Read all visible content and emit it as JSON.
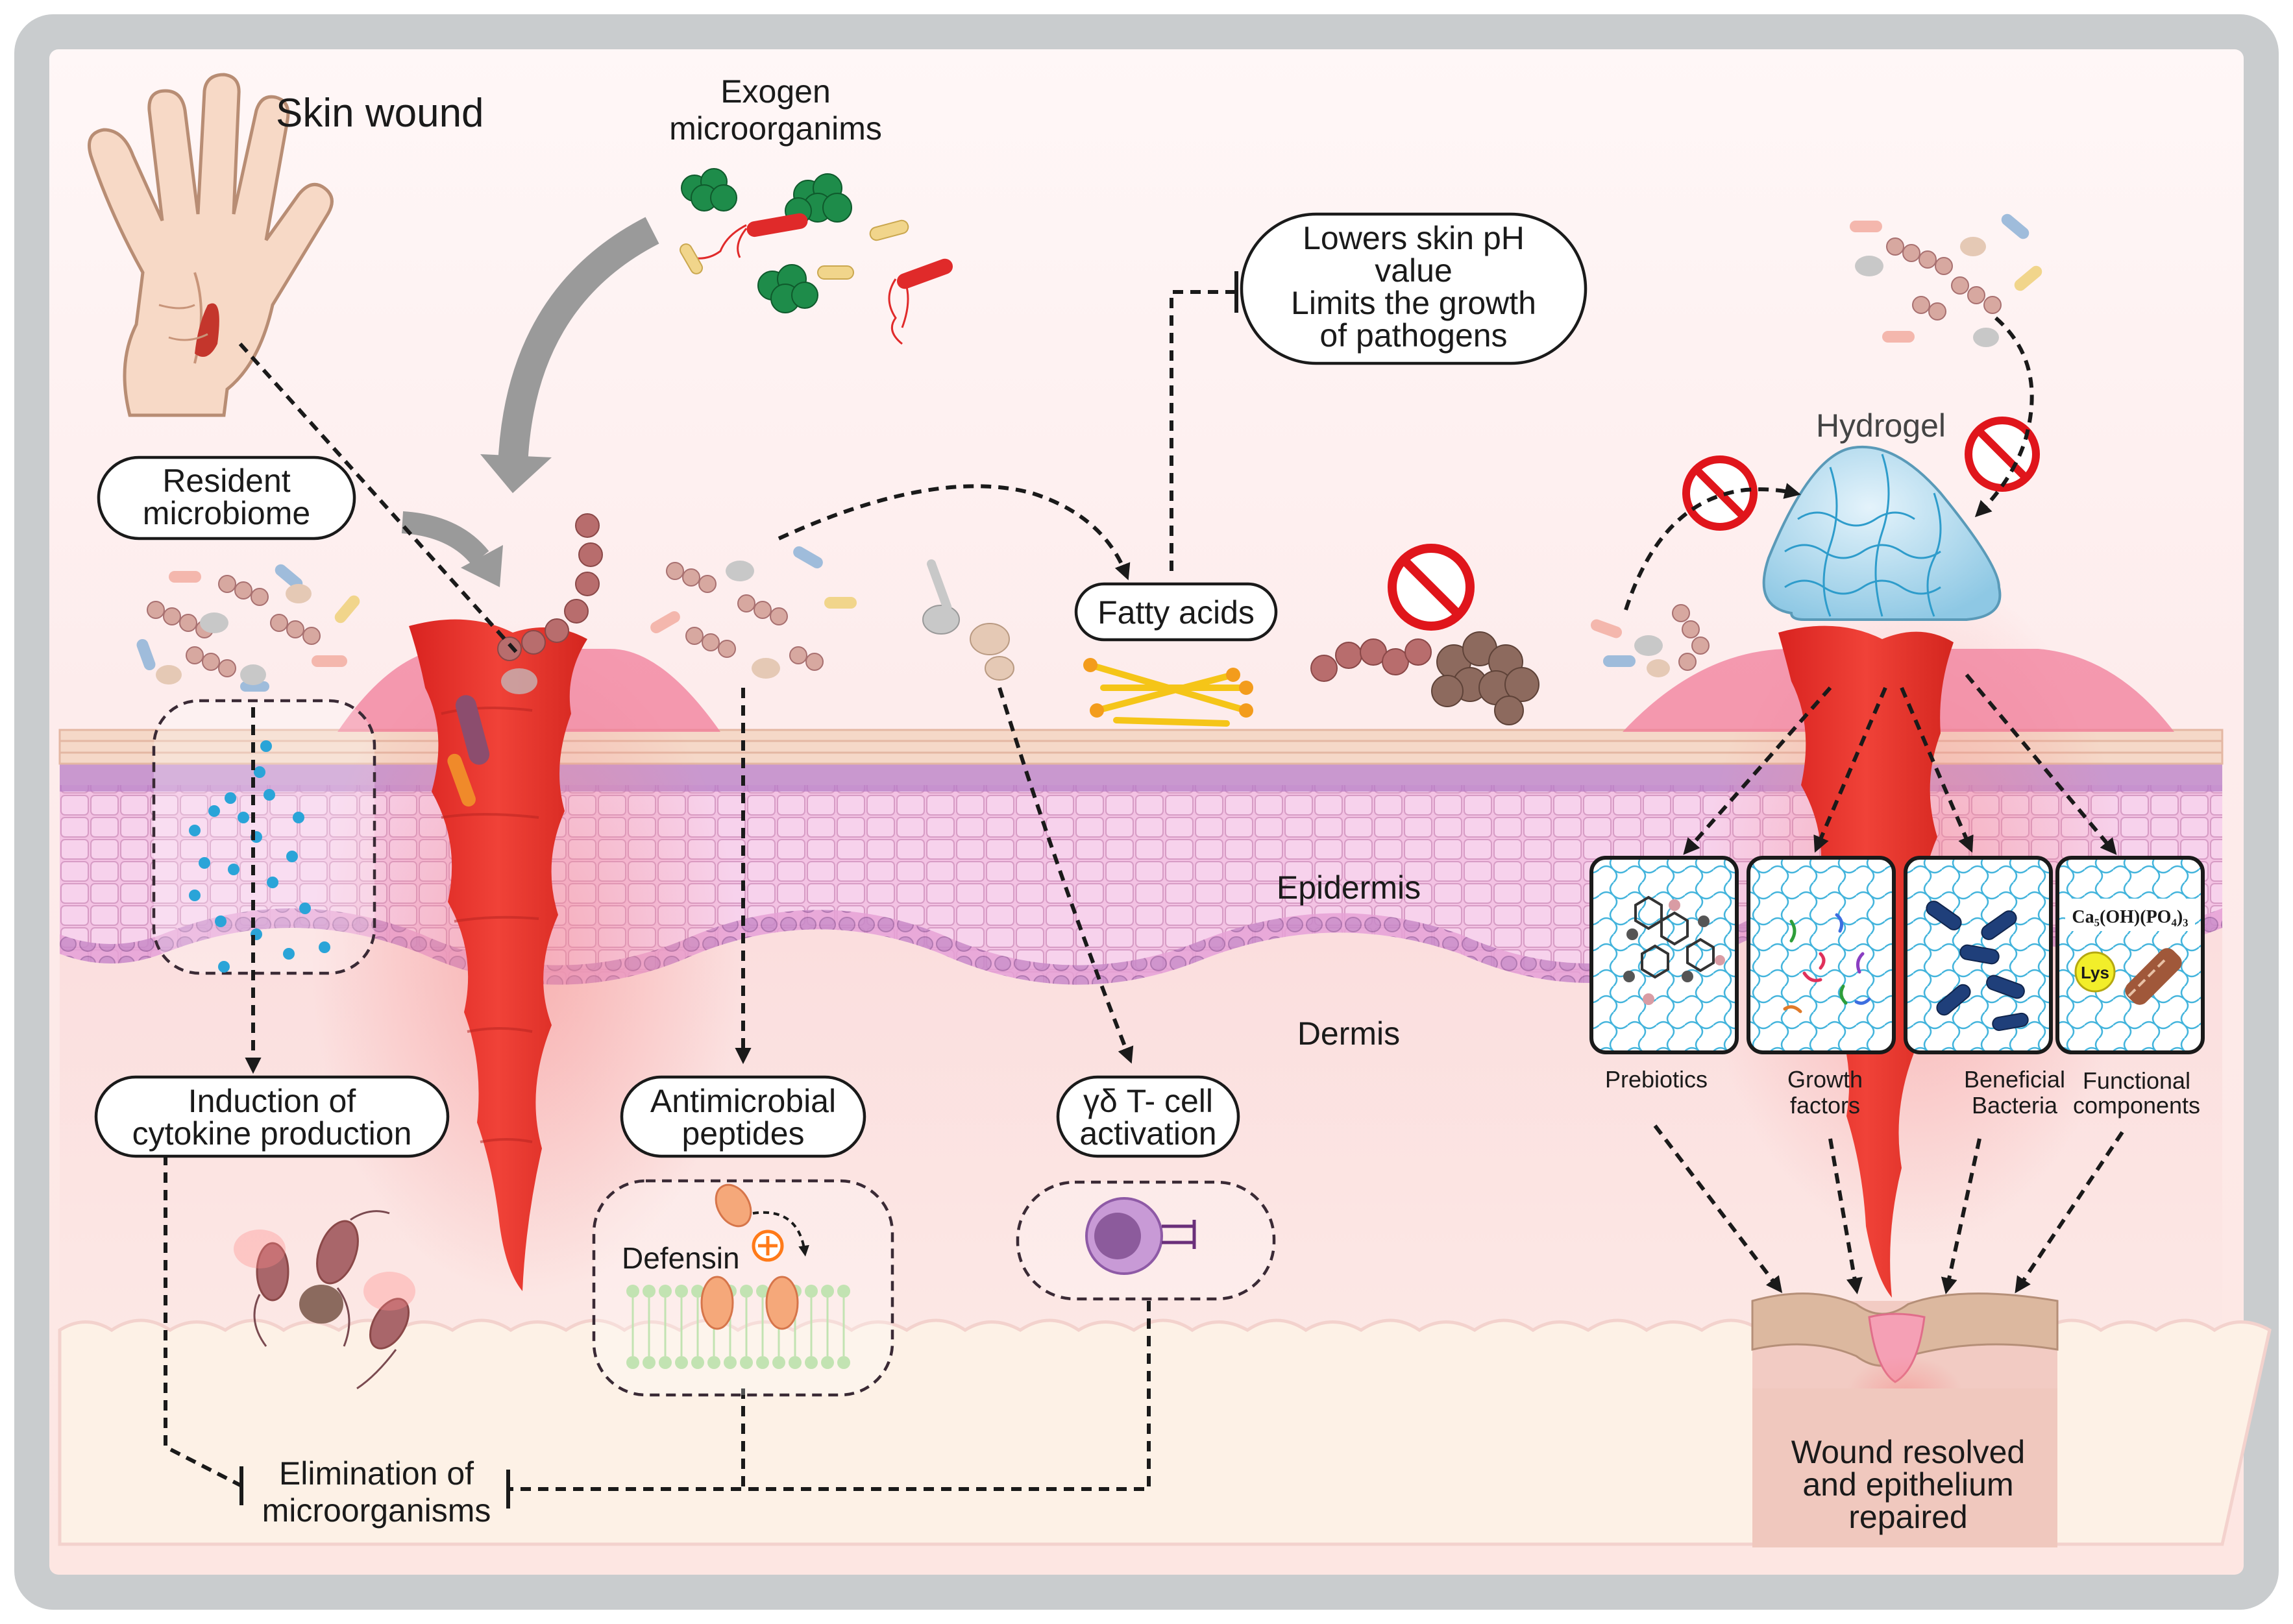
{
  "labels": {
    "skin_wound": "Skin wound",
    "exogen": [
      "Exogen",
      "microorganims"
    ],
    "resident": [
      "Resident",
      "microbiome"
    ],
    "ph": [
      "Lowers skin pH",
      "value",
      "Limits the growth",
      "of pathogens"
    ],
    "fatty_acids": "Fatty acids",
    "hydrogel": "Hydrogel",
    "epidermis": "Epidermis",
    "dermis": "Dermis",
    "cytokine": [
      "Induction of",
      "cytokine production"
    ],
    "amp": [
      "Antimicrobial",
      "peptides"
    ],
    "gd": [
      "γδ T- cell",
      "activation"
    ],
    "defensin": "Defensin",
    "elimination": [
      "Elimination of",
      "microorganisms"
    ],
    "prebiotics": "Prebiotics",
    "growth": [
      "Growth",
      "factors"
    ],
    "beneficial": [
      "Beneficial",
      "Bacteria"
    ],
    "functional": [
      "Functional",
      "components"
    ],
    "formula": "Ca₅(OH)(PO₄)₃",
    "lys": "Lys",
    "resolved": [
      "Wound resolved",
      "and epithelium",
      "repaired"
    ]
  },
  "colors": {
    "frame": "#c9ccce",
    "wound": "#e8302a",
    "epidermis": "#f0b4dc",
    "dermis": "#fbe3e3",
    "hydrogel": "#b9def0",
    "arrow_gray": "#9a9a9a",
    "forbidden": "#e0151b",
    "fatty_acid": "#f5c518",
    "resident_dots": "#2aa4d8"
  }
}
